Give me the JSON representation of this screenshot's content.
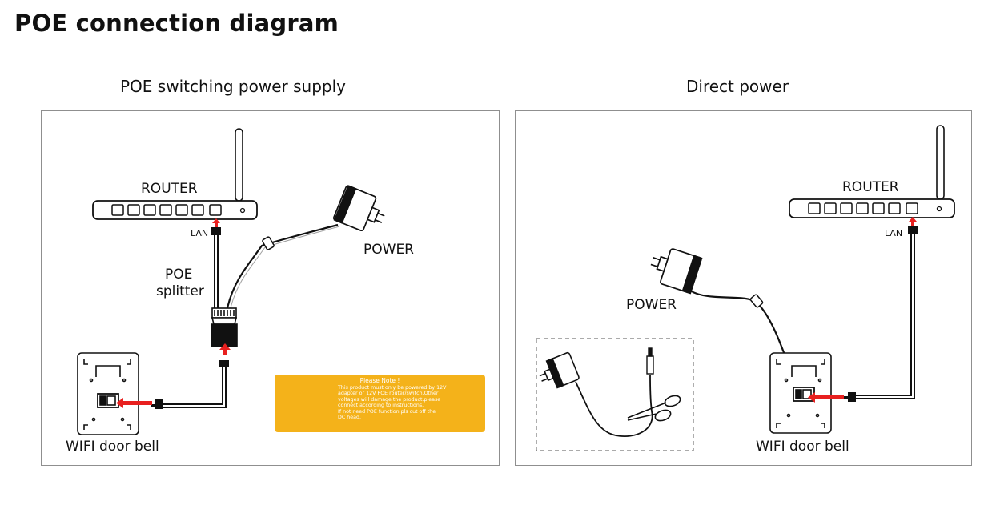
{
  "title": "POE connection diagram",
  "panels": [
    {
      "heading": "POE switching power supply",
      "router_label": "ROUTER",
      "lan_label": "LAN",
      "splitter_label_1": "POE",
      "splitter_label_2": "splitter",
      "power_label": "POWER",
      "device_label": "WIFI door bell",
      "note": {
        "title": "Please Note !",
        "lines": [
          "This product must only be powered by 12V",
          "adapter or 12V POE router/switch.Other",
          "voltages will damage the product.please",
          "connect according to instructions.",
          "If not need POE function,pls cut off the",
          "DC head."
        ]
      }
    },
    {
      "heading": "Direct power",
      "router_label": "ROUTER",
      "lan_label": "LAN",
      "power_label": "POWER",
      "device_label": "WIFI door bell"
    }
  ],
  "colors": {
    "arrow": "#e8201f",
    "note_bg": "#f4b21a",
    "warning_red": "#e02020"
  }
}
